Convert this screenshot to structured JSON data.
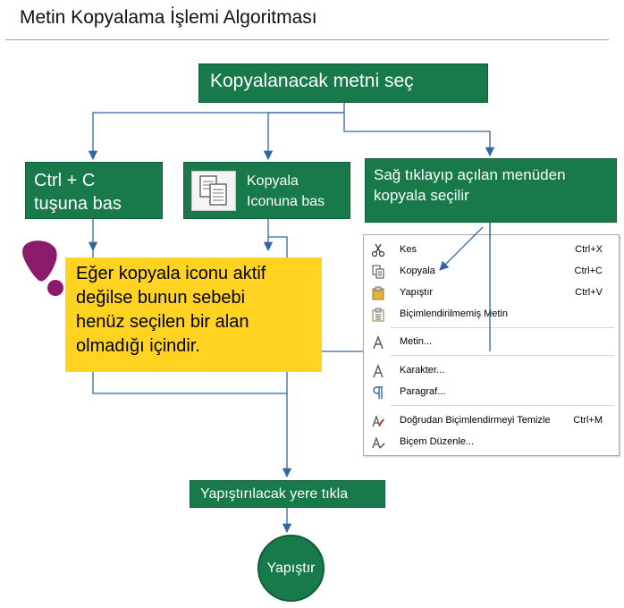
{
  "title": "Metin Kopyalama İşlemi Algoritması",
  "boxes": {
    "select": "Kopyalanacak metni seç",
    "ctrlc_line1": "Ctrl + C",
    "ctrlc_line2": "tuşuna bas",
    "icon_line1": "Kopyala",
    "icon_line2": "Iconuna bas",
    "rightclick_line1": "Sağ tıklayıp açılan menüden",
    "rightclick_line2": "kopyala seçilir",
    "paste_target": "Yapıştırılacak yere tıkla",
    "paste": "Yapıştır"
  },
  "note": {
    "line1": "Eğer kopyala iconu aktif",
    "line2": "değilse bunun sebebi",
    "line3": "henüz seçilen bir alan",
    "line4": "olmadığı içindir."
  },
  "menu": {
    "items": [
      {
        "icon": "scissors-icon",
        "label": "Kes",
        "shortcut": "Ctrl+X"
      },
      {
        "icon": "copy-icon",
        "label": "Kopyala",
        "shortcut": "Ctrl+C"
      },
      {
        "icon": "clipboard-icon",
        "label": "Yapıştır",
        "shortcut": "Ctrl+V"
      },
      {
        "icon": "clipboard-text-icon",
        "label": "Biçimlendirilmemiş Metin",
        "shortcut": ""
      },
      {
        "icon": "font-a-icon",
        "label": "Metin...",
        "shortcut": ""
      },
      {
        "icon": "font-a-icon",
        "label": "Karakter...",
        "shortcut": ""
      },
      {
        "icon": "paragraph-icon",
        "label": "Paragraf...",
        "shortcut": ""
      },
      {
        "icon": "clear-format-icon",
        "label": "Doğrudan Biçimlendirmeyi Temizle",
        "shortcut": "Ctrl+M"
      },
      {
        "icon": "style-edit-icon",
        "label": "Biçem Düzenle...",
        "shortcut": ""
      }
    ]
  },
  "colors": {
    "box_green": "#18794a",
    "note_yellow": "#ffd320",
    "connector_blue": "#3465a4",
    "exclaim_purple": "#8b1a6b"
  }
}
